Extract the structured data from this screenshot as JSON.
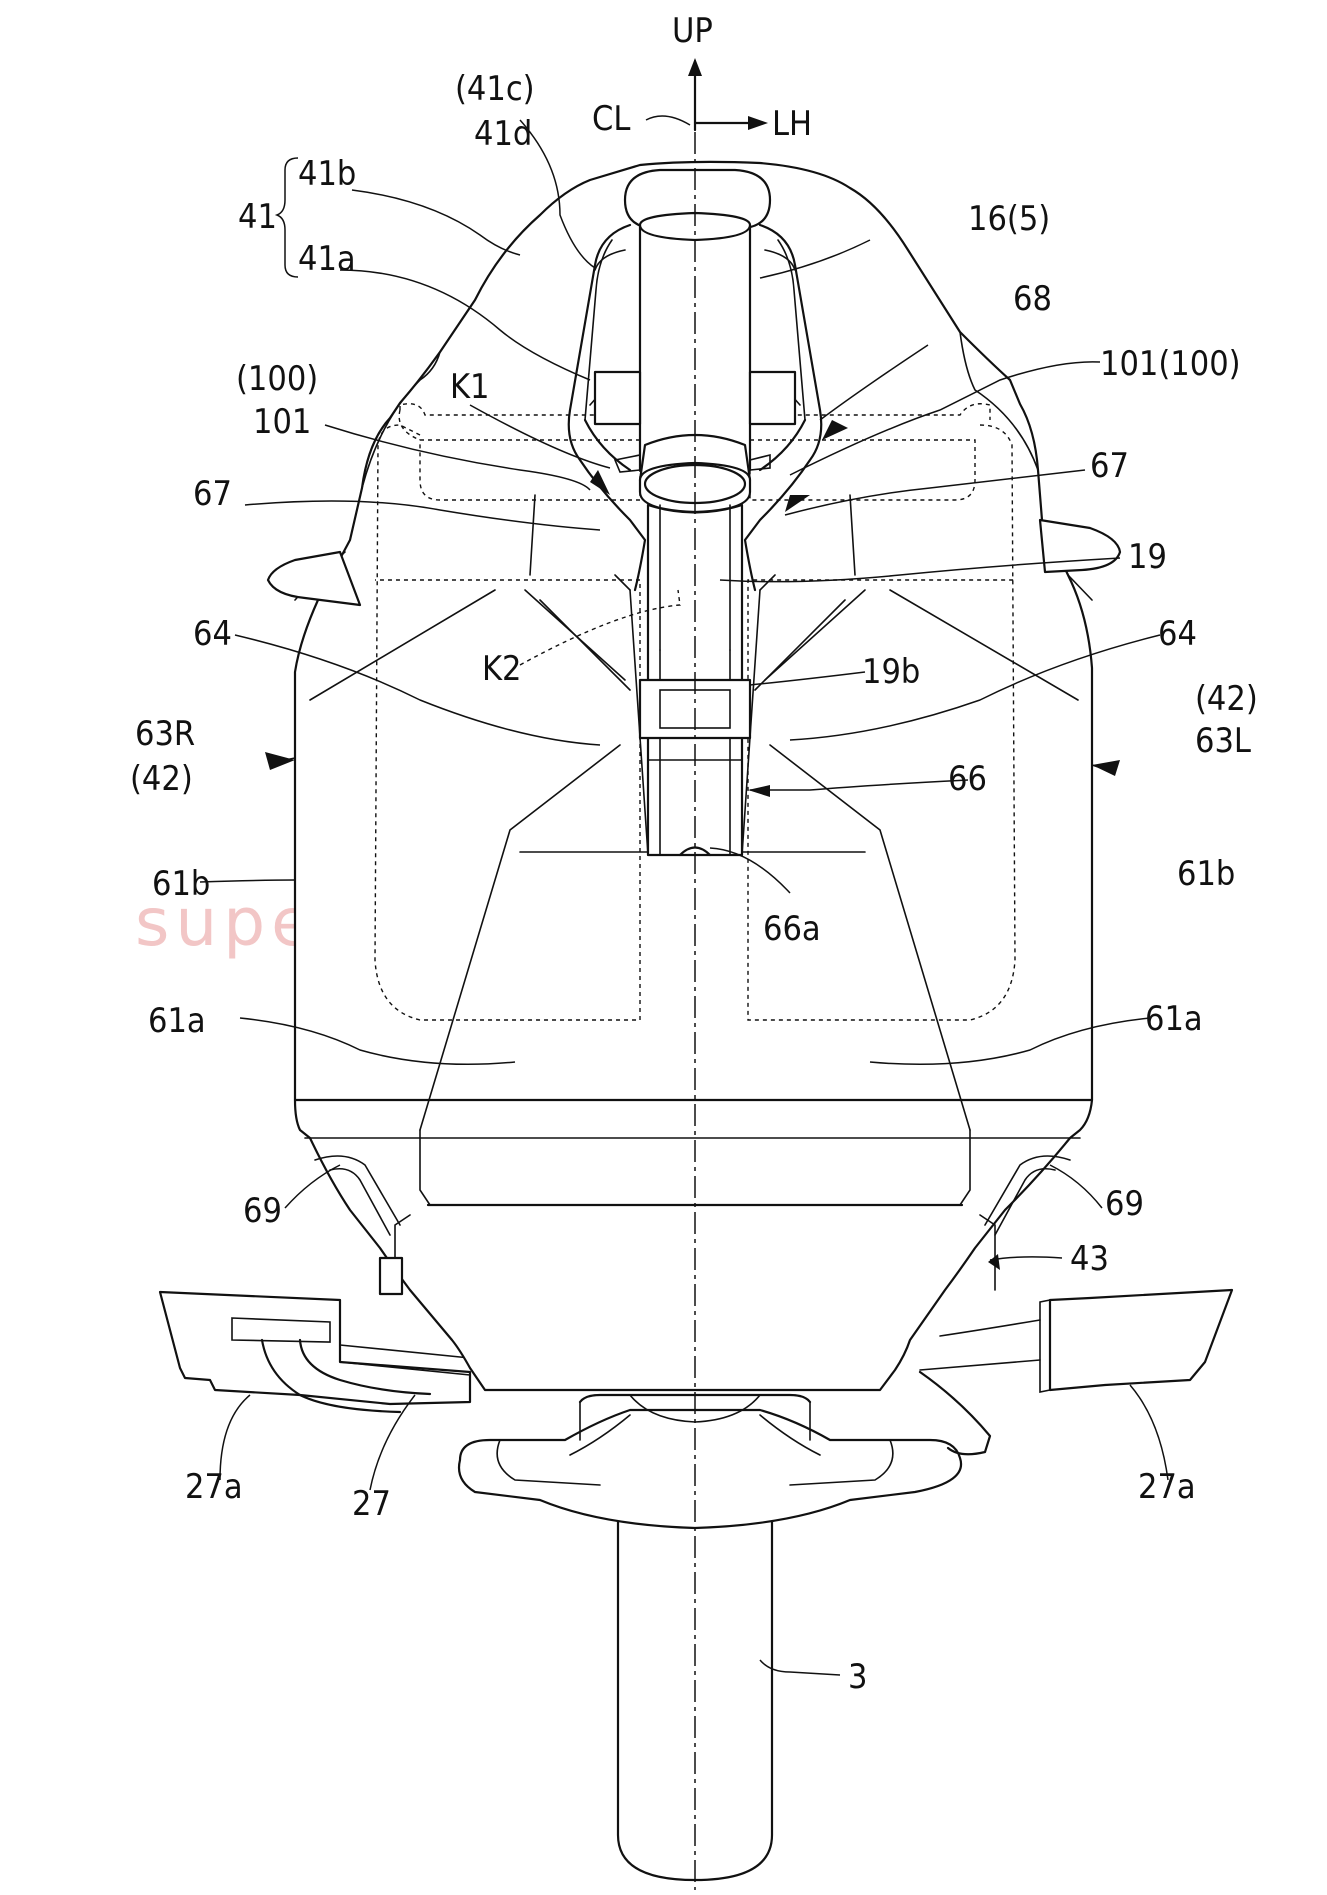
{
  "figure": {
    "axis": {
      "up": "UP",
      "left_hand": "LH",
      "centerline": "CL"
    },
    "watermark": "super huge crayfish.jp",
    "labels": {
      "l41c": "(41c)",
      "l41d": "41d",
      "l41b": "41b",
      "l41": "41",
      "l41a": "41a",
      "l16": "16(5)",
      "l68": "68",
      "l101_100_right": "101(100)",
      "l100_left": "(100)",
      "l101_left": "101",
      "lK1": "K1",
      "l67_left": "67",
      "l67_right": "67",
      "l19": "19",
      "l64_left": "64",
      "l64_right": "64",
      "lK2": "K2",
      "l19b": "19b",
      "l42_right": "(42)",
      "l63L": "63L",
      "l63R": "63R",
      "l42_left": "(42)",
      "l66": "66",
      "l61b_left": "61b",
      "l61b_right": "61b",
      "l66a": "66a",
      "l61a_left": "61a",
      "l61a_right": "61a",
      "l69_left": "69",
      "l69_right": "69",
      "l43": "43",
      "l27a_left": "27a",
      "l27": "27",
      "l27a_right": "27a",
      "l3": "3"
    }
  }
}
